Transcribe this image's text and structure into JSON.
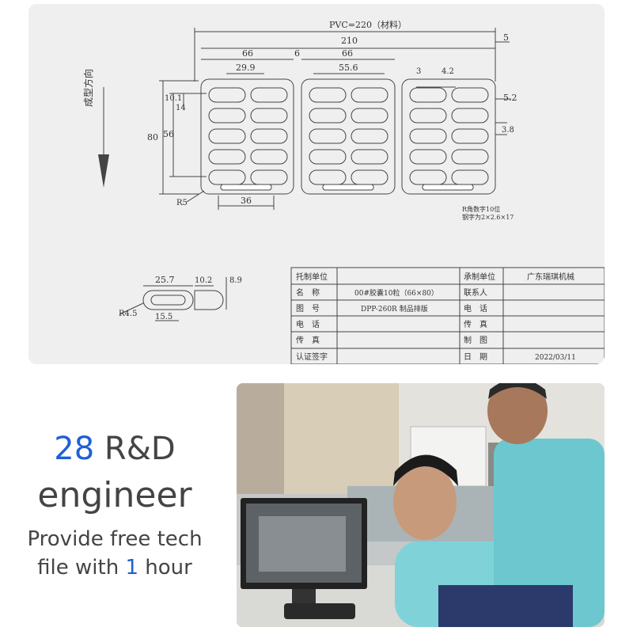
{
  "drawing": {
    "pvc_label": "PVC=220（材料）",
    "dims": {
      "total_width": "210",
      "edge": "5",
      "panel1": "66",
      "gap": "6",
      "panel2": "66",
      "d29_9": "29.9",
      "d55_6": "55.6",
      "d3": "3",
      "d4_2": "4.2",
      "d10_1": "10.1",
      "d14": "14",
      "d5_2": "5.2",
      "d3_8": "3.8",
      "d80": "80",
      "d56": "56",
      "d36": "36",
      "r5": "R5",
      "d25_7": "25.7",
      "d10_2": "10.2",
      "d8_9": "8.9",
      "r4_5": "R4.5",
      "d15_5": "15.5"
    },
    "direction_label": "成型方向",
    "stamp_note_1": "R角数字10位",
    "stamp_note_2": "钢字为2×2.6×17",
    "title_block": {
      "r1": [
        "托制单位",
        "",
        "承制单位",
        "广东瑞琪机械"
      ],
      "r2": [
        "名　称",
        "00#胶囊10粒（66×80）",
        "联系人",
        ""
      ],
      "r3": [
        "图　号",
        "DPP-260R 制品排版",
        "电　话",
        ""
      ],
      "r4": [
        "电　话",
        "",
        "传　真",
        ""
      ],
      "r5": [
        "传　真",
        "",
        "制　图",
        ""
      ],
      "r6": [
        "认证签字",
        "",
        "日　期",
        "2022/03/11"
      ]
    }
  },
  "headline": {
    "number": "28",
    "text": "R&D",
    "line2": "engineer",
    "sub1": "Provide free tech",
    "sub2_a": "file with ",
    "sub2_num": "1",
    "sub2_b": " hour"
  },
  "colors": {
    "accent": "#1f5fd6",
    "headline_text": "#444444",
    "drawing_bg": "#efefef"
  }
}
